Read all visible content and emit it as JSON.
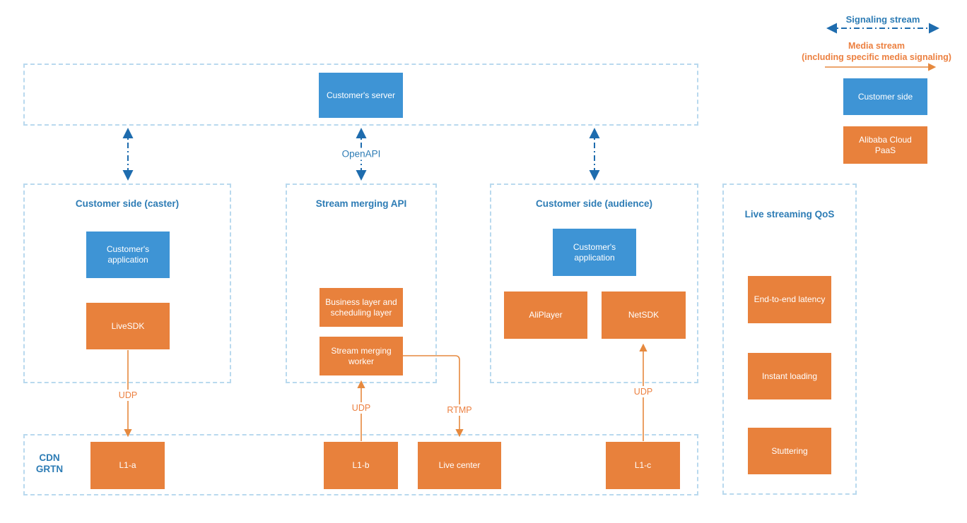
{
  "legend": {
    "signaling_label": "Signaling stream",
    "media_label_line1": "Media stream",
    "media_label_line2": "(including specific media signaling)",
    "customer_side_label": "Customer side",
    "alibaba_paas_label": "Alibaba Cloud PaaS"
  },
  "colors": {
    "node_blue": "#3e94d5",
    "node_orange": "#e8813c",
    "title_blue": "#2d7cb5",
    "signaling_arrow_blue": "#1e6cae",
    "media_arrow_orange": "#e6893e",
    "container_border": "#b9d9ee"
  },
  "top": {
    "server_label": "Customer's server",
    "openapi_label": "OpenAPI"
  },
  "caster": {
    "title": "Customer side (caster)",
    "app_label": "Customer's application",
    "sdk_label": "LiveSDK",
    "udp_label": "UDP"
  },
  "merging": {
    "title": "Stream merging API",
    "business_label": "Business layer and scheduling layer",
    "worker_label": "Stream merging worker",
    "udp_label": "UDP",
    "rtmp_label": "RTMP"
  },
  "audience": {
    "title": "Customer side (audience)",
    "app_label": "Customer's application",
    "aliplayer_label": "AliPlayer",
    "netsdk_label": "NetSDK",
    "udp_label": "UDP"
  },
  "qos": {
    "title": "Live streaming QoS",
    "items": [
      "End-to-end latency",
      "Instant loading",
      "Stuttering"
    ]
  },
  "cdn": {
    "title_line1": "CDN",
    "title_line2": "GRTN",
    "l1a_label": "L1-a",
    "l1b_label": "L1-b",
    "live_center_label": "Live center",
    "l1c_label": "L1-c"
  }
}
